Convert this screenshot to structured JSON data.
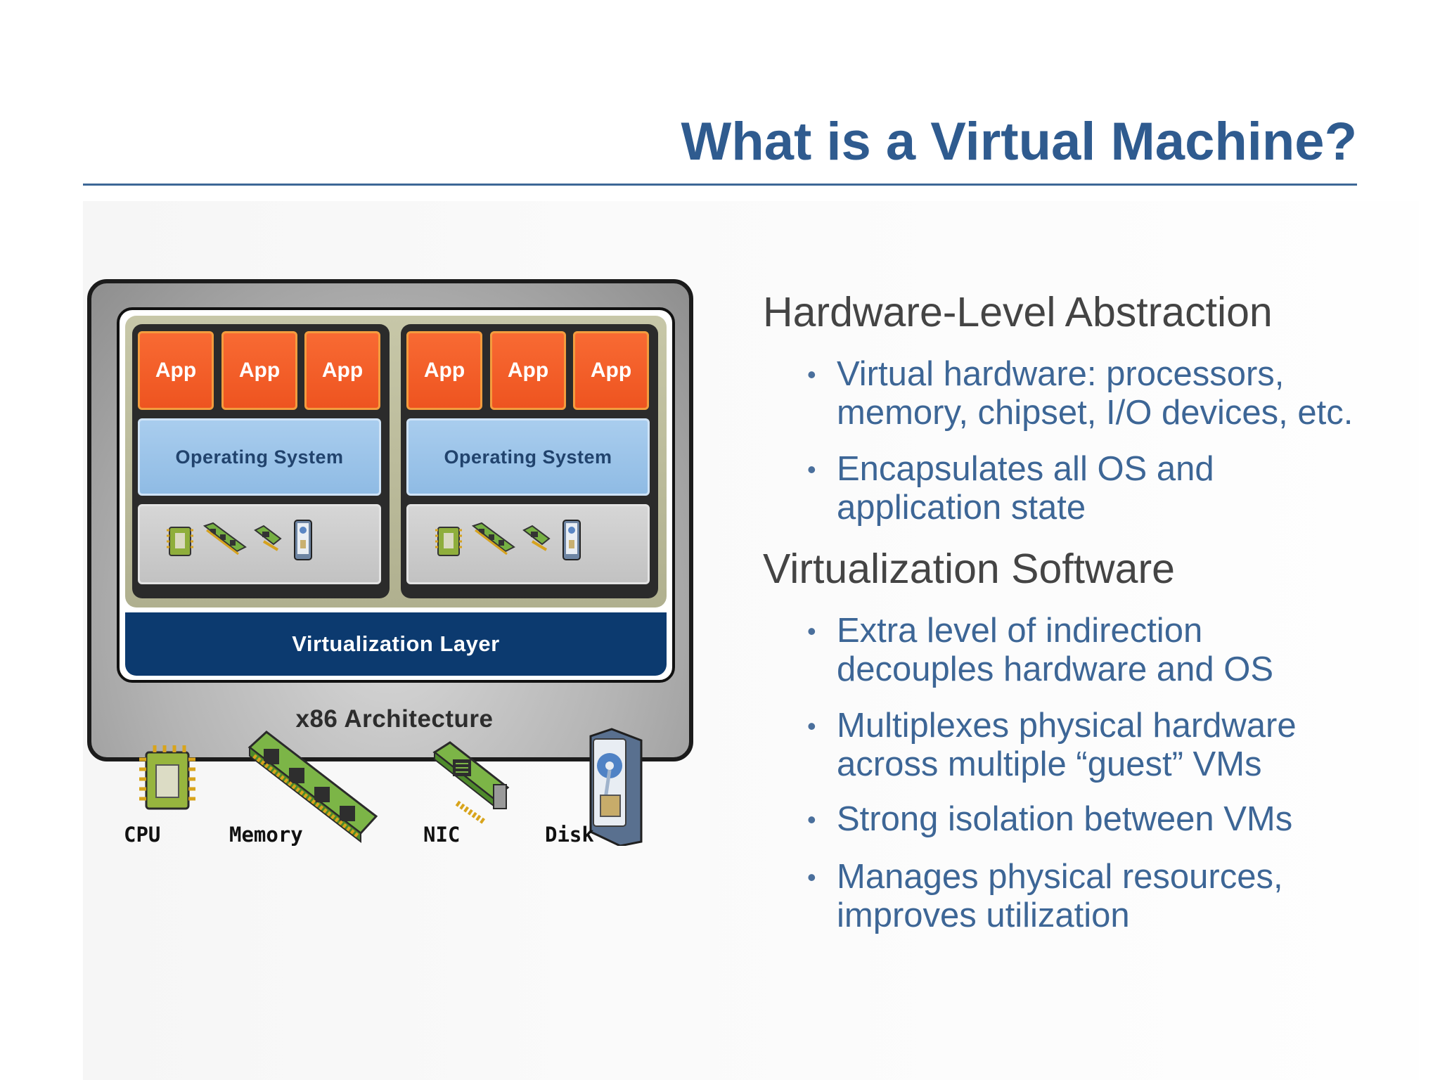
{
  "title": "What is a Virtual Machine?",
  "diagram": {
    "vms": [
      {
        "apps": [
          "App",
          "App",
          "App"
        ],
        "os_label": "Operating System"
      },
      {
        "apps": [
          "App",
          "App",
          "App"
        ],
        "os_label": "Operating System"
      }
    ],
    "virtualization_layer_label": "Virtualization Layer",
    "architecture_label": "x86 Architecture",
    "hardware": [
      {
        "label": "CPU",
        "icon": "cpu-icon"
      },
      {
        "label": "Memory",
        "icon": "memory-icon"
      },
      {
        "label": "NIC",
        "icon": "nic-icon"
      },
      {
        "label": "Disk",
        "icon": "disk-icon"
      }
    ]
  },
  "sections": [
    {
      "heading": "Hardware-Level Abstraction",
      "bullets": [
        "Virtual hardware: processors,\nmemory, chipset, I/O devices, etc.",
        "Encapsulates all OS and\napplication state"
      ]
    },
    {
      "heading": "Virtualization Software",
      "bullets": [
        "Extra level of indirection\ndecouples hardware and OS",
        "Multiplexes physical hardware\nacross multiple “guest” VMs",
        "Strong isolation between VMs",
        "Manages physical resources,\nimproves utilization"
      ]
    }
  ],
  "bullet_glyph": "•",
  "colors": {
    "title": "#2f5b8f",
    "heading": "#444444",
    "bullet_text": "#3d6696",
    "app": "#f86a33",
    "os": "#a9cdee",
    "virtualization_layer": "#0c3a6f"
  }
}
